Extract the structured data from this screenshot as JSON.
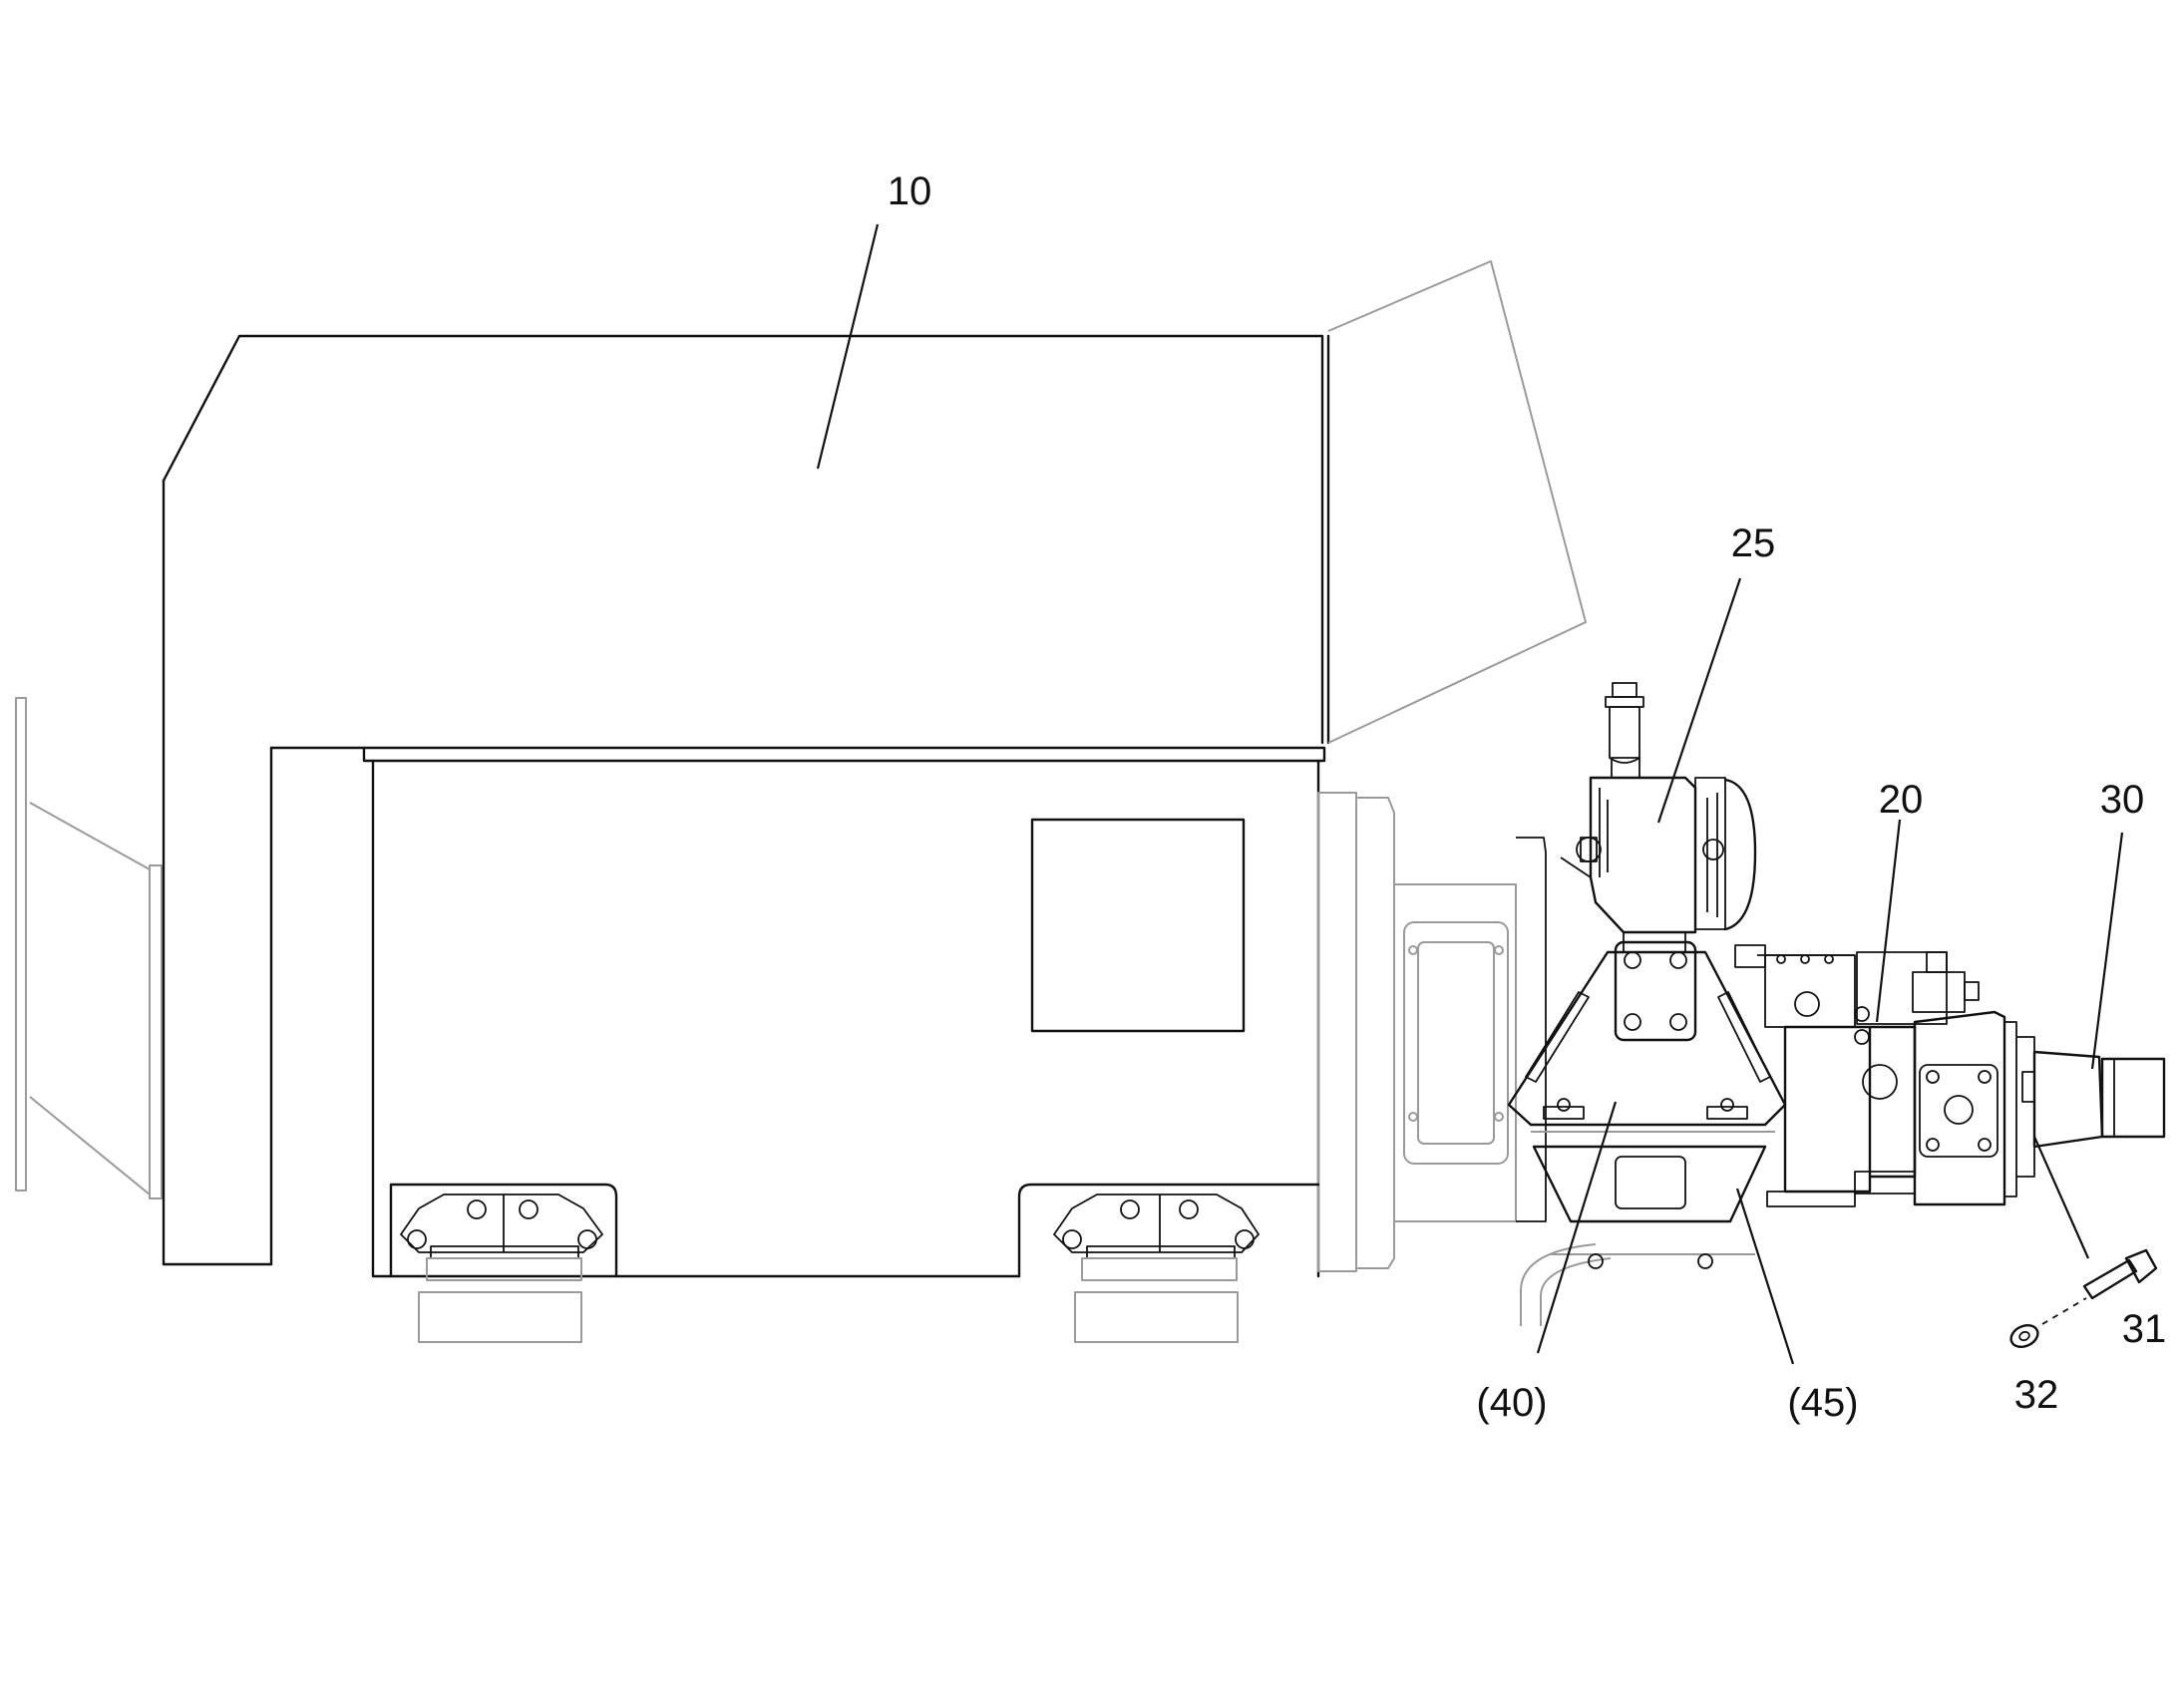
{
  "labels": {
    "l10": "10",
    "l25": "25",
    "l20": "20",
    "l30": "30",
    "l31": "31",
    "l32": "32",
    "l40": "(40)",
    "l45": "(45)"
  },
  "colors": {
    "line": "#111111",
    "light_line": "#9a9a9a",
    "background": "#ffffff"
  }
}
